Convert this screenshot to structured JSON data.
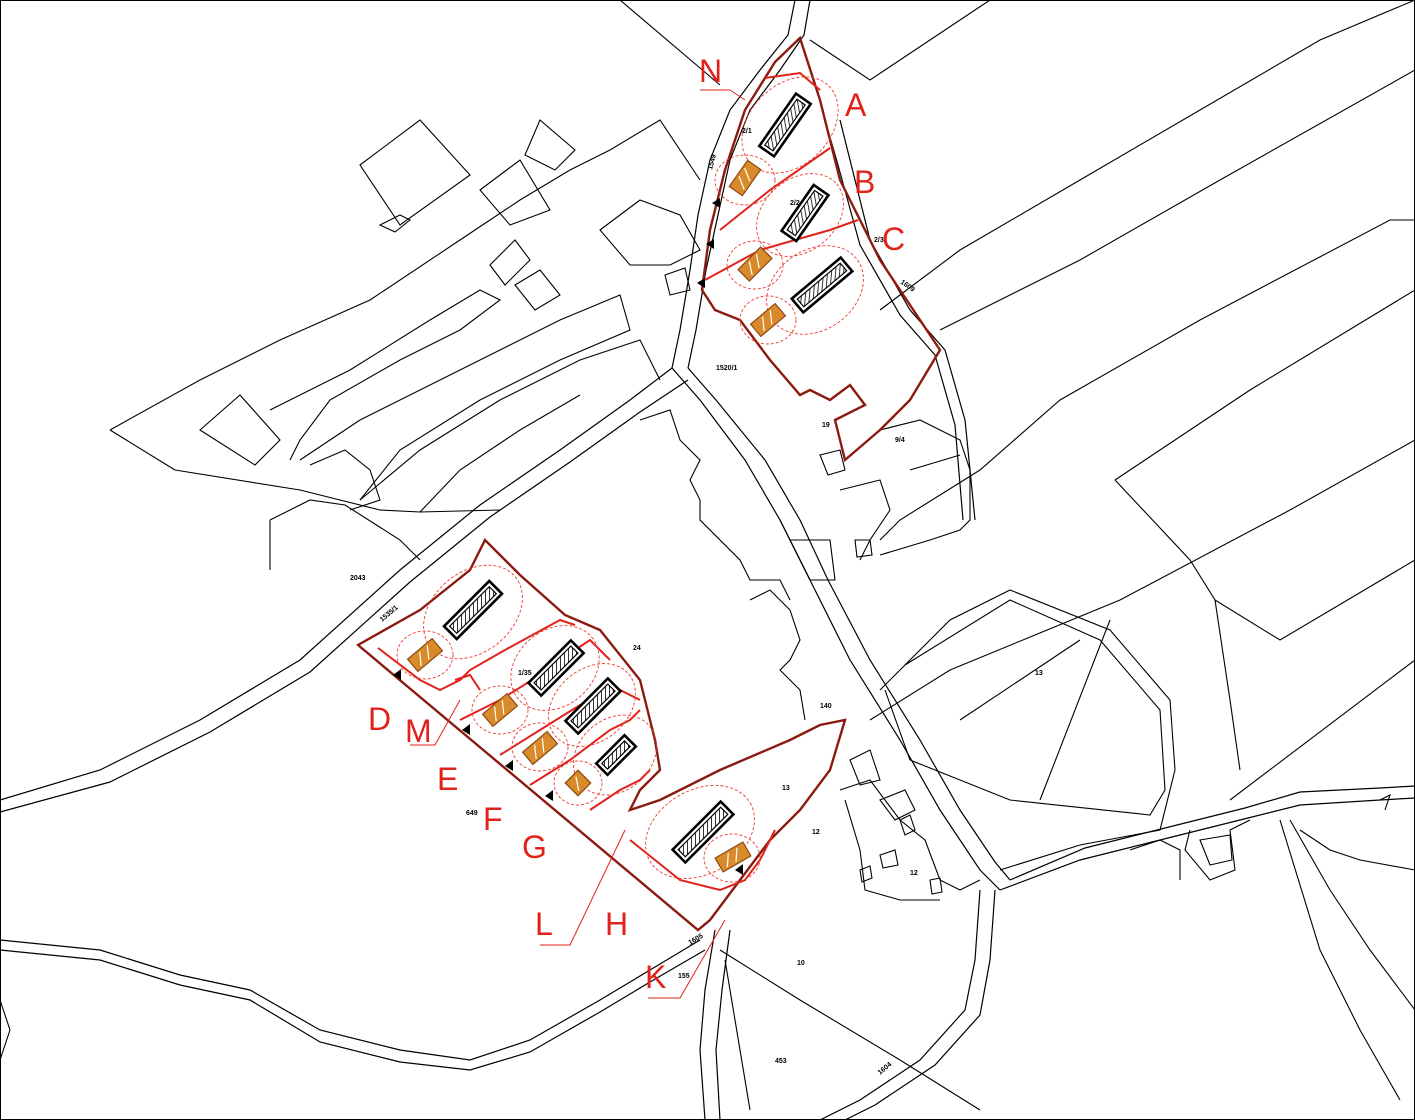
{
  "map": {
    "colors": {
      "plot_boundary": "#8b1a10",
      "subdivision_line": "#e0221a",
      "label": "#e0221a",
      "garage": "#d98a2b",
      "house": "#000000",
      "parcel_line": "#000000"
    },
    "plot_labels": {
      "A": "A",
      "B": "B",
      "C": "C",
      "D": "D",
      "E": "E",
      "F": "F",
      "G": "G",
      "H": "H",
      "K": "K",
      "L": "L",
      "M": "M",
      "N": "N"
    },
    "parcel_numbers": {
      "p1": "2/1",
      "p2": "2/2",
      "p3": "1/35",
      "p4": "9/4",
      "p5": "140",
      "p6": "12",
      "p7": "13",
      "p8": "10",
      "p9": "453",
      "p10": "19",
      "p11": "24",
      "p12": "649",
      "p13": "2043",
      "p14": "1535/1",
      "p15": "1549",
      "p16": "1609",
      "p17": "1604",
      "p18": "12",
      "p19": "13",
      "p20": "1605",
      "p21": "1520/1",
      "p22": "155",
      "p23": "2/3"
    }
  }
}
